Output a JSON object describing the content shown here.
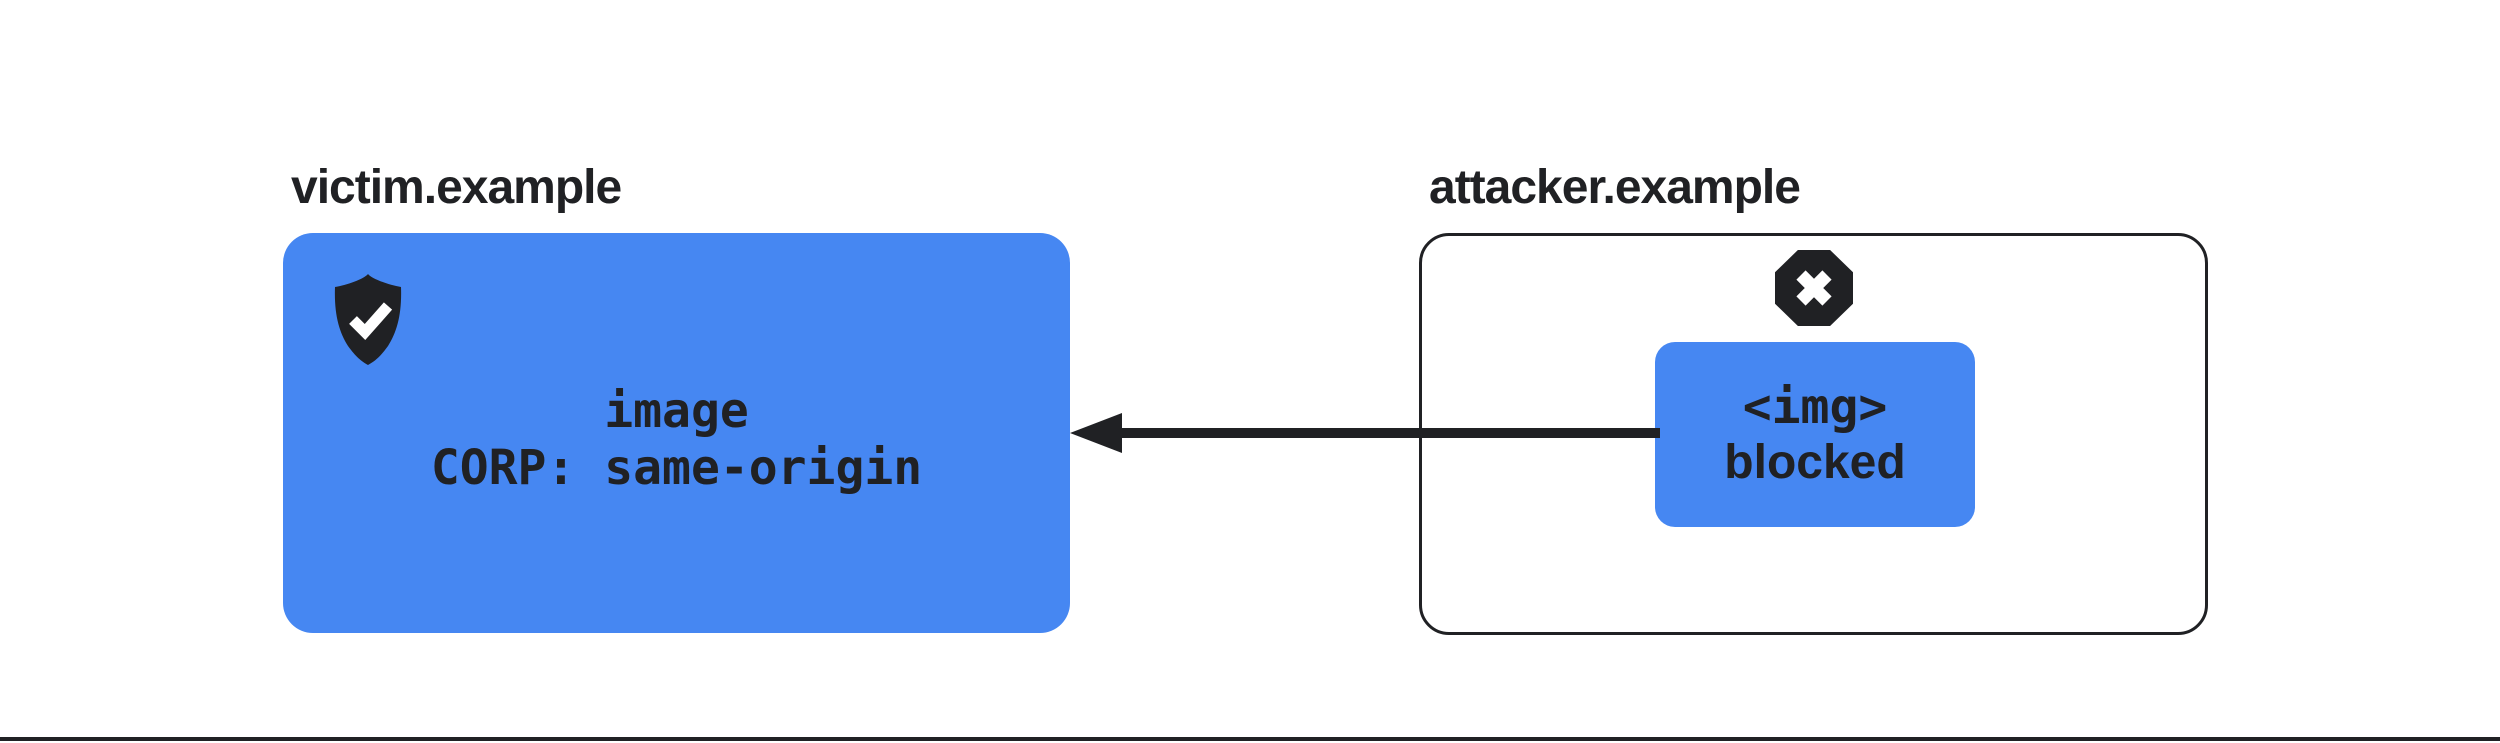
{
  "victim": {
    "label": "victim.example",
    "resource_type": "image",
    "corp_header": "CORP: same-origin"
  },
  "attacker": {
    "label": "attacker.example",
    "img_tag": "<img>",
    "blocked_text": "blocked"
  },
  "icons": {
    "shield_check": "shield-check-icon",
    "block_x": "block-x-icon",
    "arrow": "request-arrow-left"
  },
  "colors": {
    "blue": "#4687F2",
    "dark": "#202124",
    "background": "#FFFFFF"
  }
}
